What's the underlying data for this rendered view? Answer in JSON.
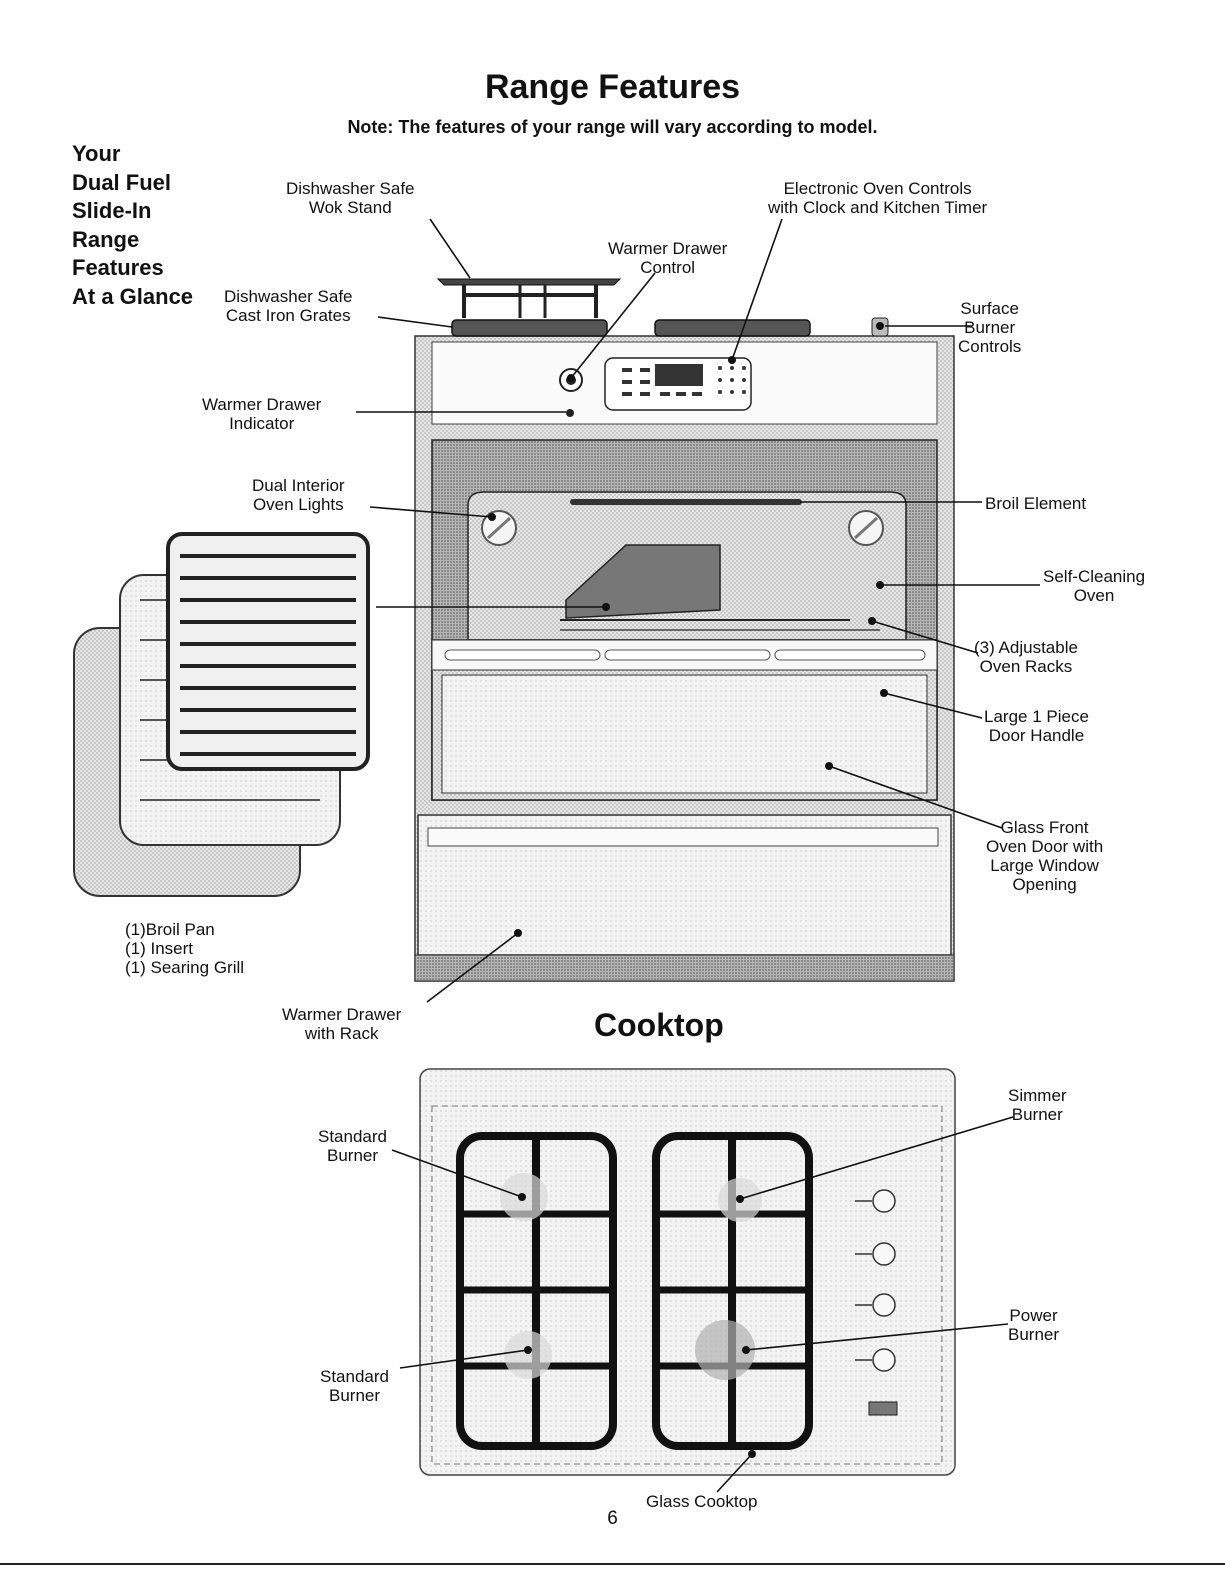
{
  "page": {
    "title": "Range Features",
    "note": "Note: The features of your range will vary according to model.",
    "side_heading": [
      "Your",
      "Dual Fuel",
      "Slide-In",
      "Range",
      "Features",
      "At a Glance"
    ],
    "page_number": "6"
  },
  "range_labels": {
    "wok_stand": [
      "Dishwasher Safe",
      "Wok Stand"
    ],
    "electronic_controls": [
      "Electronic Oven Controls",
      "with Clock and Kitchen Timer"
    ],
    "warmer_drawer_control": [
      "Warmer Drawer",
      "Control"
    ],
    "cast_iron_grates": [
      "Dishwasher Safe",
      "Cast Iron Grates"
    ],
    "surface_burner_controls": [
      "Surface",
      "Burner",
      "Controls"
    ],
    "warmer_drawer_indicator": [
      "Warmer Drawer",
      "Indicator"
    ],
    "oven_lights": [
      "Dual Interior",
      "Oven Lights"
    ],
    "broil_element": "Broil Element",
    "self_cleaning": [
      "Self-Cleaning",
      "Oven"
    ],
    "oven_racks": [
      "(3) Adjustable",
      "Oven Racks"
    ],
    "door_handle": [
      "Large 1 Piece",
      "Door Handle"
    ],
    "glass_door": [
      "Glass Front",
      "Oven Door with",
      "Large Window",
      "Opening"
    ],
    "broil_pan": [
      "(1)Broil Pan",
      "(1) Insert",
      "(1) Searing Grill"
    ],
    "warmer_drawer": [
      "Warmer Drawer",
      "with Rack"
    ]
  },
  "cooktop": {
    "heading": "Cooktop",
    "standard_burner_top": [
      "Standard",
      "Burner"
    ],
    "standard_burner_bottom": [
      "Standard",
      "Burner"
    ],
    "simmer_burner": [
      "Simmer",
      "Burner"
    ],
    "power_burner": [
      "Power",
      "Burner"
    ],
    "glass_cooktop": "Glass Cooktop"
  }
}
